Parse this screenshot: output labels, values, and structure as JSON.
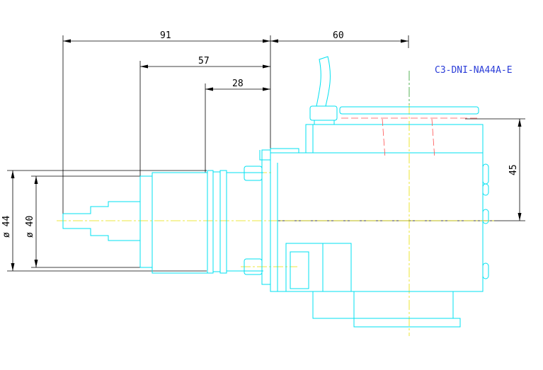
{
  "part_number": "C3-DNI-NA44A-E",
  "dimensions": {
    "d91": "91",
    "d57": "57",
    "d28": "28",
    "d60": "60",
    "d45": "45",
    "dia44": "ø 44",
    "dia40": "ø 40"
  },
  "colors": {
    "outline": "#00e0f0",
    "dimension": "#000000",
    "centerline": "#e8e000",
    "hidden": "#ff5050",
    "label": "#2a3cd8"
  }
}
